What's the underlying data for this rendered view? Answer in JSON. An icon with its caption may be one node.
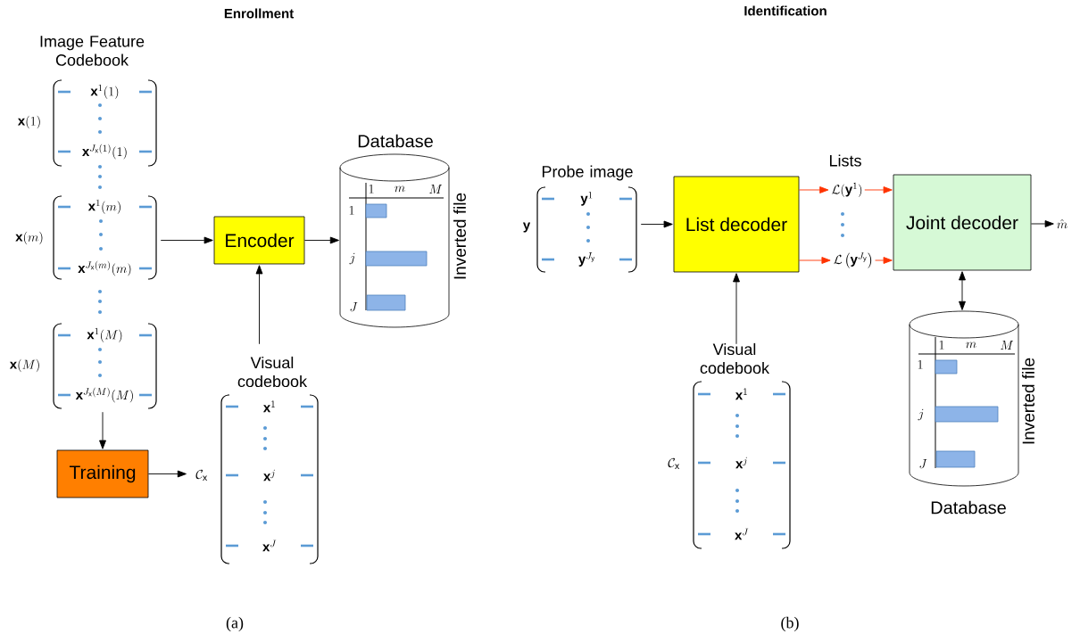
{
  "diagram": {
    "nodes": [
      {
        "text": [
          "\\mathbf{x}^1(1)",
          "\\mathbf{x}^{J_{\\mathrm{x}}(1)}(1)"
        ],
        "beside": [
          "\\mathbf{x}(1)"
        ]
      },
      {
        "text": [
          "\\mathbf{x}^1(m)",
          "\\mathbf{x}^{J_{\\mathrm{x}}(m)}(m)"
        ],
        "beside": [
          "\\mathbf{x}(m)"
        ]
      },
      {
        "text": [
          "\\mathbf{x}^1(M)",
          "\\mathbf{x}^{J_{\\mathrm{x}}(M)}(M)"
        ],
        "beside": [
          "\\mathbf{x}(M)"
        ]
      },
      {
        "text": [
          "Encoder"
        ]
      },
      {
        "text": [
          "Database",
          "1",
          "m",
          "M",
          "1",
          "j",
          "J",
          "Inverted file"
        ]
      },
      {
        "text": [
          "Training"
        ]
      },
      {
        "text": [
          "Visual codebook",
          "\\mathbf{x}^1",
          "\\mathbf{x}^j",
          "\\mathbf{x}^J"
        ],
        "beside": [
          "\\mathcal{C}_{\\mathrm{x}}"
        ]
      },
      {
        "text": [
          "Probe image",
          "\\mathbf{y}^1",
          "\\mathbf{y}^{J_{\\mathrm{y}}}"
        ],
        "beside": [
          "\\mathbf{y}"
        ]
      },
      {
        "text": [
          "List decoder"
        ]
      },
      {
        "text": [
          "\\mathcal{L}(\\mathbf{y}^1)"
        ]
      },
      {
        "text": [
          "\\mathcal{L}\\left(\\mathbf{y}^{J_{\\mathrm{y}}}\\right)"
        ]
      },
      {
        "text": [
          "Joint decoder"
        ]
      },
      {
        "text": [
          "\\hat{m}"
        ]
      },
      {
        "text": [
          "Visual codebook",
          "\\mathbf{x}^1",
          "\\mathbf{x}^j",
          "\\mathbf{x}^J"
        ],
        "beside": [
          "\\mathcal{C}_{\\mathrm{x}}"
        ]
      },
      {
        "text": [
          "Database",
          "1",
          "m",
          "M",
          "1",
          "j",
          "J",
          "Inverted file"
        ]
      }
    ],
    "edges": [
      {
        "from": 1,
        "to": 3,
        "arrow": "to"
      },
      {
        "from": 3,
        "to": 4,
        "arrow": "to"
      },
      {
        "from": 6,
        "to": 3,
        "arrow": "to"
      },
      {
        "from": 2,
        "to": 5,
        "arrow": "to"
      },
      {
        "from": 5,
        "to": 6,
        "arrow": "to"
      },
      {
        "from": 7,
        "to": 8,
        "arrow": "to"
      },
      {
        "from": 8,
        "to": 9,
        "arrow": "to",
        "color": "#ff3300"
      },
      {
        "from": 8,
        "to": 10,
        "arrow": "to",
        "color": "#ff3300"
      },
      {
        "from": 9,
        "to": 11,
        "arrow": "to",
        "color": "#ff3300"
      },
      {
        "from": 10,
        "to": 11,
        "arrow": "to",
        "color": "#ff3300"
      },
      {
        "from": 13,
        "to": 8,
        "arrow": "to"
      },
      {
        "from": 11,
        "to": 14,
        "arrow": "both"
      },
      {
        "from": 11,
        "to": 12,
        "arrow": "to"
      }
    ],
    "labels": [
      "Enrollment",
      "Identification",
      "Image Feature Codebook",
      "Lists",
      "(a)",
      "(b)"
    ]
  }
}
